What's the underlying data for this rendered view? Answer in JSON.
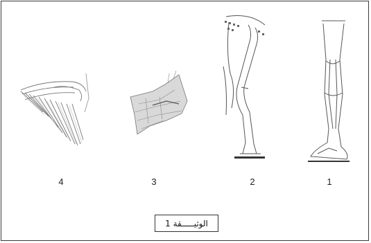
{
  "figures": [
    {
      "number": "1",
      "icon": "human-leg-icon"
    },
    {
      "number": "2",
      "icon": "animal-hind-leg-icon"
    },
    {
      "number": "3",
      "icon": "bat-wing-icon"
    },
    {
      "number": "4",
      "icon": "bird-wing-icon"
    }
  ],
  "caption": "الوثيـــــقة 1"
}
